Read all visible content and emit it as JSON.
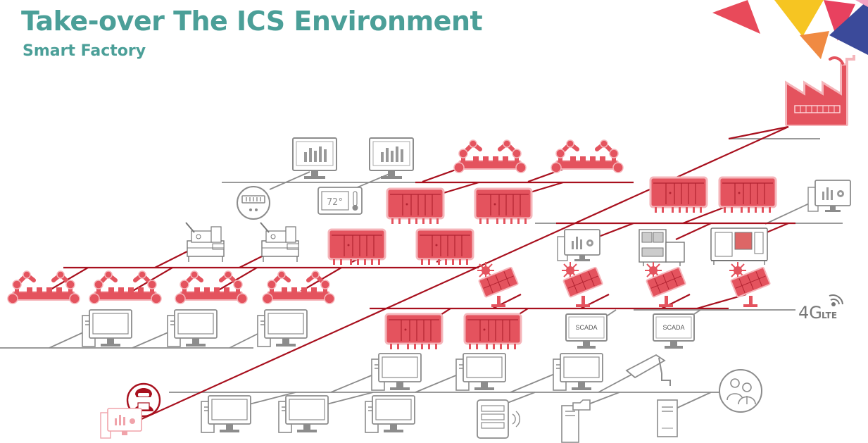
{
  "header": {
    "title": "Take-over The ICS Environment",
    "subtitle": "Smart Factory"
  },
  "diagram": {
    "network_label": "4G",
    "network_sublabel": "LTE",
    "scada_label": "SCADA",
    "thermostat_reading": "72°",
    "colors": {
      "compromised": "#e4535e",
      "compromised_line": "#a8101e",
      "normal": "#8c8c8c",
      "title": "#4b9f98"
    },
    "icons": [
      "factory-icon",
      "robot-arm-icon",
      "plc-icon",
      "monitor-icon",
      "computer-icon",
      "hacker-icon",
      "solar-panel-icon",
      "scada-monitor-icon",
      "cnc-machine-icon",
      "meter-icon",
      "thermostat-icon",
      "camera-icon",
      "server-icon",
      "users-icon",
      "4g-lte-icon"
    ]
  }
}
